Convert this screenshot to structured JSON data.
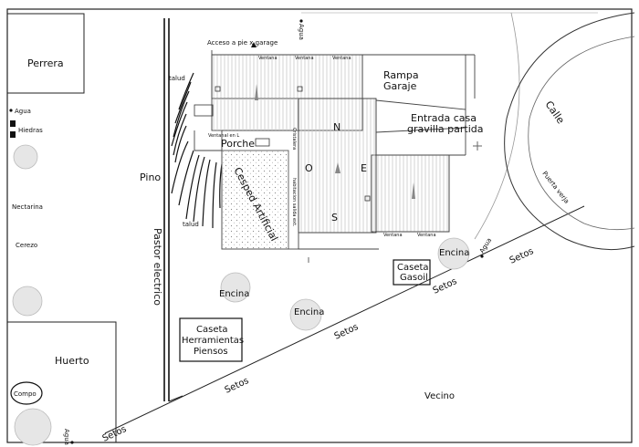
{
  "labels": {
    "perrera": "Perrera",
    "agua_left": "Agua",
    "hiedras": "Hiedras",
    "pino": "Pino",
    "nectarina": "Nectarina",
    "cerezo": "Cerezo",
    "huerto": "Huerto",
    "compo": "Compo",
    "agua_bottom": "Agua",
    "pastor": "Pastor electrico",
    "talud_top": "talud",
    "talud_bottom": "talud",
    "acceso": "Acceso a pie x garage",
    "agua_top": "Agua",
    "ventana_1": "Ventana",
    "ventana_2": "Ventana",
    "ventana_3": "Ventana",
    "ventanal": "Ventanal en L",
    "porche": "Porche",
    "cesped": "Cesped Artificial",
    "cristalera": "Cristalera",
    "habitacion": "habitacion salida ext.",
    "rampa_1": "Rampa",
    "rampa_2": "Garaje",
    "entrada_1": "Entrada casa",
    "entrada_2": "gravilla partida",
    "calle": "Calle",
    "puerta": "Puerta verja",
    "compass_n": "N",
    "compass_o": "O",
    "compass_e": "E",
    "compass_s": "S",
    "ventana_4": "Ventana",
    "ventana_5": "Ventana",
    "encina_1": "Encina",
    "encina_2": "Encina",
    "encina_3": "Encina",
    "agua_right": "Agua",
    "caseta_gasoil_1": "Caseta",
    "caseta_gasoil_2": "Gasoil",
    "caseta_herr_1": "Caseta",
    "caseta_herr_2": "Herramientas",
    "caseta_herr_3": "Piensos",
    "setos_1": "Setos",
    "setos_2": "Setos",
    "setos_3": "Setos",
    "setos_4": "Setos",
    "setos_5": "Setos",
    "vecino": "Vecino"
  }
}
